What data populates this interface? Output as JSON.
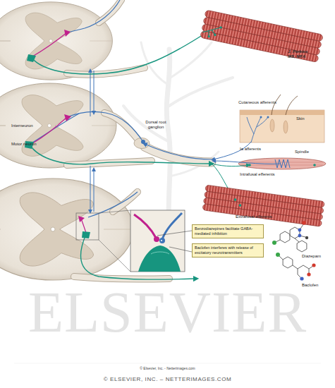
{
  "diagram": {
    "nodes": [
      {
        "text": [
          "Benzodiazepines facilitate GABA-mediated inhibition"
        ]
      },
      {
        "text": [
          "Baclofen interferes with release of excitatory neurotransmitters"
        ]
      }
    ],
    "labels": [
      "J. Perkins MS, MFA",
      "Cutaneous afferents",
      "Skin",
      "Ia afferents",
      "Spindle",
      "Intrafusal efferents",
      "Extrafusal efferents",
      "Dorsal root ganglion",
      "Interneuron",
      "Motor neuron",
      "Diazepam",
      "Baclofen",
      "ELSEVIER",
      "© Elsevier, Inc. - Netterimages.com",
      "© ELSEVIER, INC. – NETTERIMAGES.COM"
    ]
  }
}
